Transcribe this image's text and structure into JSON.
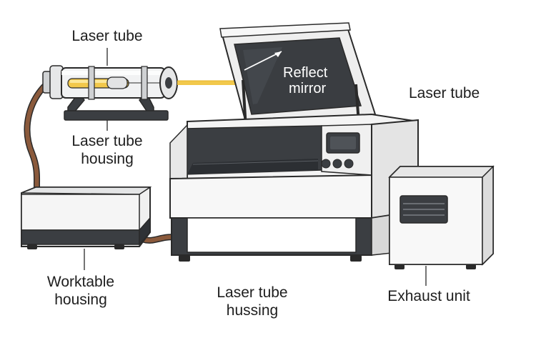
{
  "labels": {
    "laser_tube_top": "Laser tube",
    "laser_tube_housing_l1": "Laser tube",
    "laser_tube_housing_l2": "housing",
    "reflect_mirror_l1": "Reflect",
    "reflect_mirror_l2": "mirror",
    "laser_tube_right": "Laser tube",
    "worktable_housing_l1": "Worktable",
    "worktable_housing_l2": "housing",
    "laser_tube_hussing_l1": "Laser tube",
    "laser_tube_hussing_l2": "hussing",
    "exhaust_unit": "Exhaust unit"
  },
  "colors": {
    "outline": "#2a2a2a",
    "body": "#f4f4f4",
    "panel_dark": "#3b3e42",
    "beam": "#f2c84b",
    "hose": "#8b5a3c",
    "lid_glass": "#3a3d41"
  },
  "icons": [
    "laser-tube-icon",
    "laser-cutter-icon",
    "chiller-box-icon",
    "exhaust-unit-icon",
    "hose-icon",
    "laser-beam-icon"
  ]
}
